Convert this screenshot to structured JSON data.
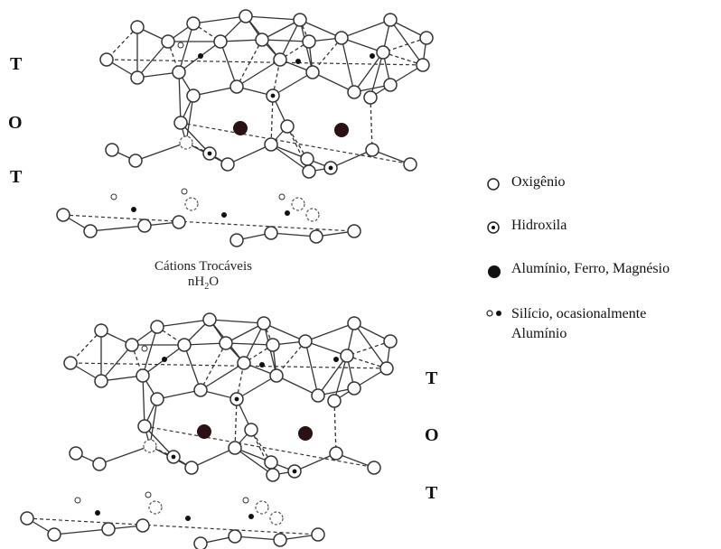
{
  "layer_labels_top": [
    "T",
    "O",
    "T"
  ],
  "layer_labels_bottom": [
    "T",
    "O",
    "T"
  ],
  "interlayer": {
    "line1": "Cátions Trocáveis",
    "line2_prefix": "nH",
    "line2_sub": "2",
    "line2_suffix": "O"
  },
  "legend": {
    "oxygen": "Oxigênio",
    "hydroxyl": "Hidroxila",
    "cations": "Alumínio, Ferro, Magnésio",
    "silicon_line1": "Silício, ocasionalmente",
    "silicon_line2": "Alumínio"
  }
}
